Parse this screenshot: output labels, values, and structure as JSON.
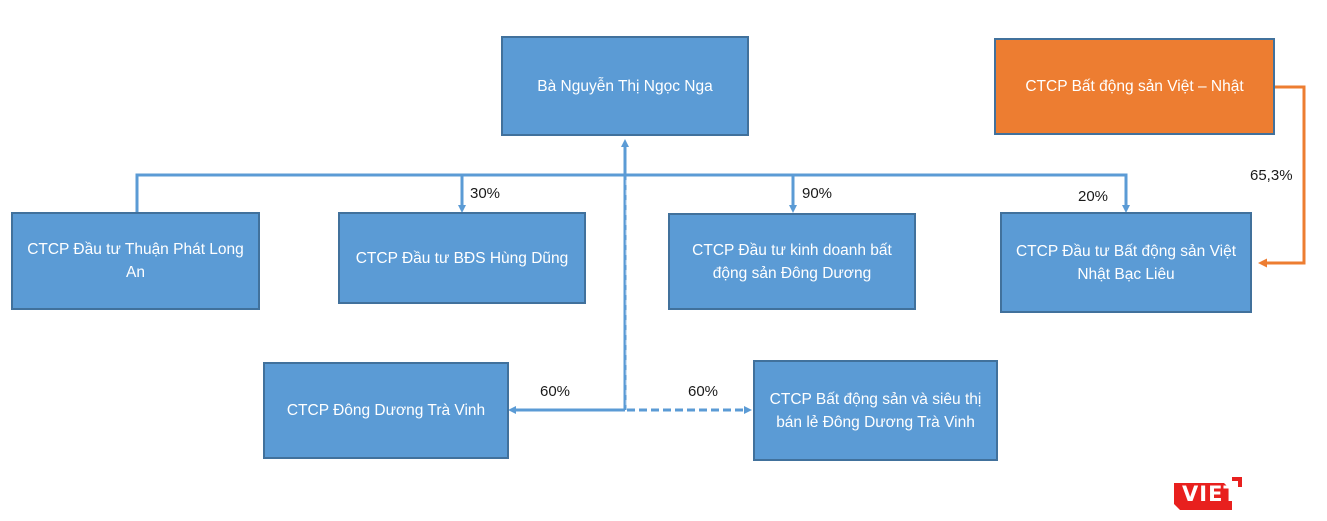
{
  "diagram": {
    "type": "ownership-structure",
    "colors": {
      "node_blue": "#5b9bd5",
      "node_orange": "#ed7d31",
      "border": "#41719c",
      "connector_blue": "#5b9bd5",
      "connector_orange": "#ed7d31"
    },
    "nodes": {
      "root": "Bà Nguyễn Thị Ngọc Nga",
      "viet_nhat": "CTCP Bất động sản Việt – Nhật",
      "thuan_phat": "CTCP Đầu tư Thuận Phát Long An",
      "hung_dung": "CTCP Đầu tư BĐS Hùng Dũng",
      "dong_duong": "CTCP Đầu tư kinh doanh bất động sản Đông Dương",
      "bac_lieu": "CTCP Đầu tư Bất động sản Việt Nhật Bạc Liêu",
      "tra_vinh": "CTCP Đông Dương Trà Vinh",
      "sieu_thi": "CTCP Bất động sản và siêu thị bán lẻ Đông Dương Trà Vinh"
    },
    "edges": {
      "hung_dung": "30%",
      "dong_duong": "90%",
      "bac_lieu": "20%",
      "viet_nhat_bac_lieu": "65,3%",
      "tra_vinh": "60%",
      "sieu_thi": "60%"
    }
  },
  "logo": {
    "text": "VIET",
    "color": "#e8201e"
  }
}
